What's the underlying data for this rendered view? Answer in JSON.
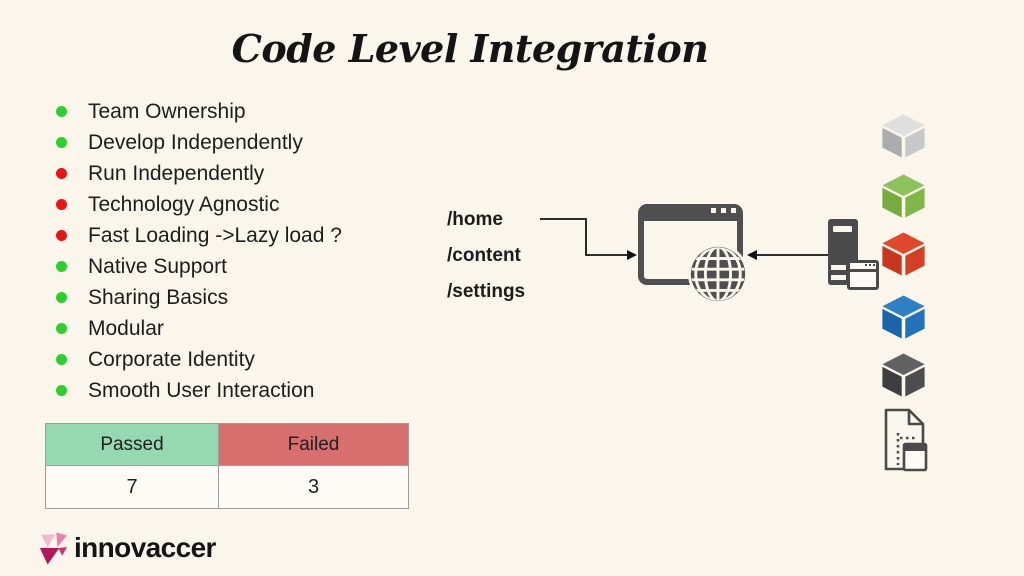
{
  "slide": {
    "title": "Code Level Integration",
    "background": "#FAF6EC",
    "bullets": [
      {
        "label": "Team Ownership",
        "status": "passed",
        "color": "#2BD12B"
      },
      {
        "label": "Develop Independently",
        "status": "passed",
        "color": "#2BD12B"
      },
      {
        "label": "Run Independently",
        "status": "failed",
        "color": "#EA1212"
      },
      {
        "label": "Technology Agnostic",
        "status": "failed",
        "color": "#EA1212"
      },
      {
        "label": "Fast Loading ->Lazy load ?",
        "status": "failed",
        "color": "#EA1212"
      },
      {
        "label": "Native Support",
        "status": "passed",
        "color": "#2BD12B"
      },
      {
        "label": "Sharing Basics",
        "status": "passed",
        "color": "#2BD12B"
      },
      {
        "label": "Modular",
        "status": "passed",
        "color": "#2BD12B"
      },
      {
        "label": "Corporate Identity",
        "status": "passed",
        "color": "#2BD12B"
      },
      {
        "label": "Smooth User Interaction",
        "status": "passed",
        "color": "#2BD12B"
      }
    ],
    "results_table": {
      "headers": [
        {
          "label": "Passed",
          "color": "#96D9B0"
        },
        {
          "label": "Failed",
          "color": "#D66F6E"
        }
      ],
      "values": [
        "7",
        "3"
      ]
    },
    "diagram": {
      "routes": [
        "/home",
        "/content",
        "/settings"
      ],
      "icon_color": "#4F4F4F",
      "icons": [
        "browser-window-icon",
        "globe-icon",
        "server-tower-icon",
        "mini-window-icon",
        "document-export-icon"
      ],
      "cubes": [
        {
          "name": "cube-silver",
          "top": "#DFDFDF",
          "left": "#ACACAC",
          "right": "#C8C8C8"
        },
        {
          "name": "cube-green",
          "top": "#8DC35B",
          "left": "#75AC3D",
          "right": "#7FB848"
        },
        {
          "name": "cube-red",
          "top": "#E0482B",
          "left": "#C8371D",
          "right": "#D54023"
        },
        {
          "name": "cube-blue",
          "top": "#2F80C3",
          "left": "#1B64AB",
          "right": "#2472B9"
        },
        {
          "name": "cube-dark",
          "top": "#616161",
          "left": "#3E3E3E",
          "right": "#4D4D4D"
        }
      ]
    },
    "logo": {
      "text": "innovaccer",
      "mark_colors": [
        "#F4B9D1",
        "#E983AE",
        "#D2336E",
        "#B2175B"
      ]
    }
  }
}
